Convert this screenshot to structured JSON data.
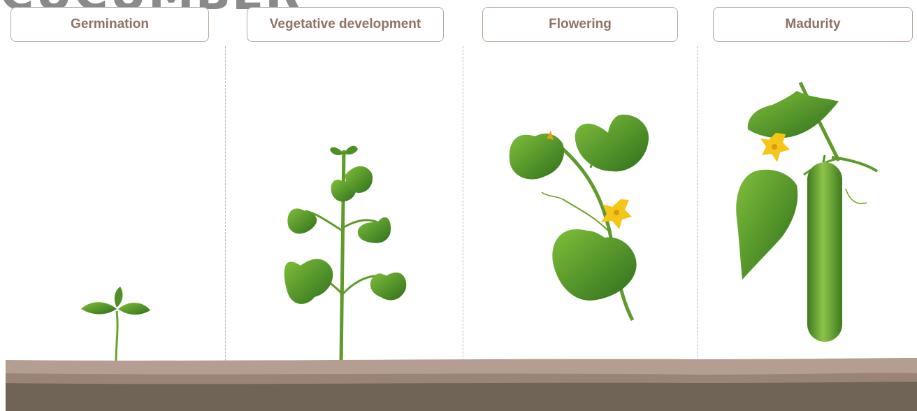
{
  "title": "CUCUMBER",
  "stages": [
    {
      "label": "Germination"
    },
    {
      "label": "Vegetative development"
    },
    {
      "label": "Flowering"
    },
    {
      "label": "Madurity"
    }
  ],
  "colors": {
    "label_text": "#8e7363",
    "label_border": "#b9a79b",
    "soil_top": "#b49e91",
    "soil_mid": "#9a8477",
    "soil_deep": "#6f6456",
    "leaf_dark": "#2f6f1c",
    "leaf_light": "#7fbf3a",
    "stem": "#6aa32e",
    "flower": "#f5c518",
    "fruit": "#5f9e2b"
  }
}
